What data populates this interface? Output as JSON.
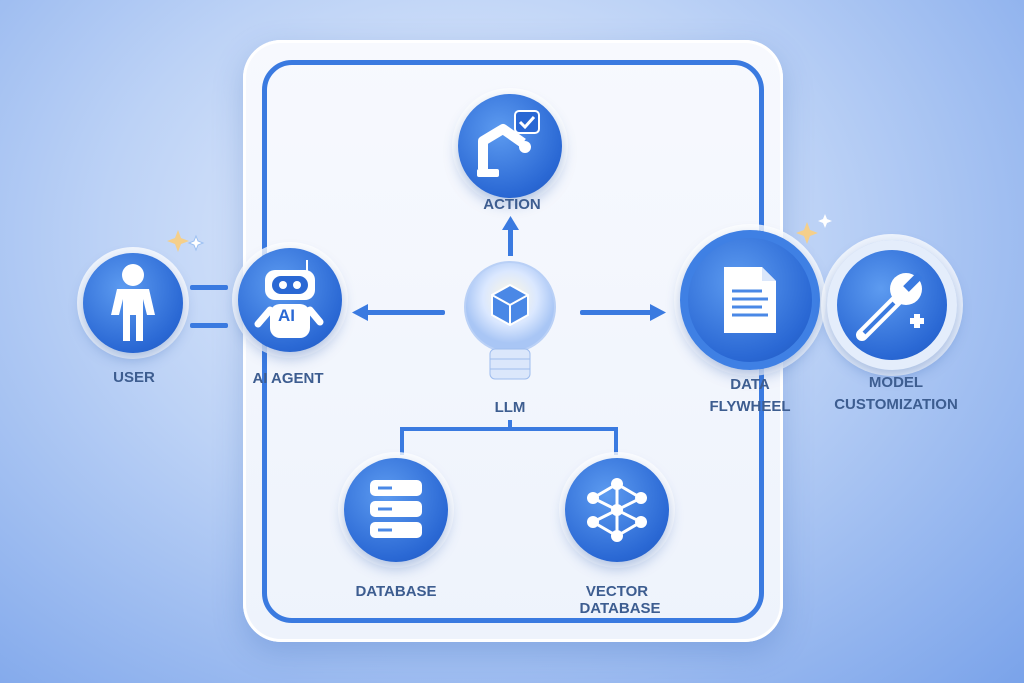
{
  "nodes": {
    "user": "USER",
    "ai_agent": "AI AGENT",
    "action": "ACTION",
    "llm": "LLM",
    "data_flywheel": [
      "DATA",
      "FLYWHEEL"
    ],
    "model_customization": [
      "MODEL",
      "CUSTOMIZATION"
    ],
    "database": "DATABASE",
    "vector_database": [
      "VECTOR",
      "DATABASE"
    ]
  },
  "robot_badge": "AI",
  "colors": {
    "accent": "#3a7ae0",
    "text": "#3d5d90"
  }
}
